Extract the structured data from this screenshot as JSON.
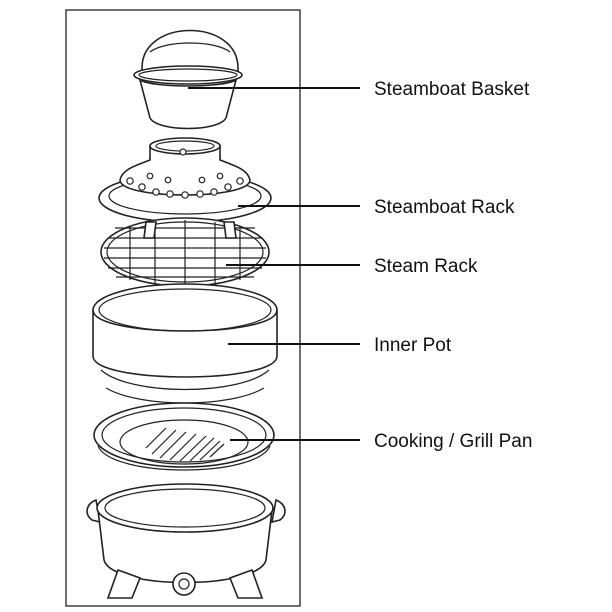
{
  "colors": {
    "line": "#111111",
    "background": "#ffffff"
  },
  "labels": {
    "steamboat_basket": "Steamboat Basket",
    "steamboat_rack": "Steamboat Rack",
    "steam_rack": "Steam Rack",
    "inner_pot": "Inner Pot",
    "grill_pan": "Cooking / Grill Pan"
  }
}
